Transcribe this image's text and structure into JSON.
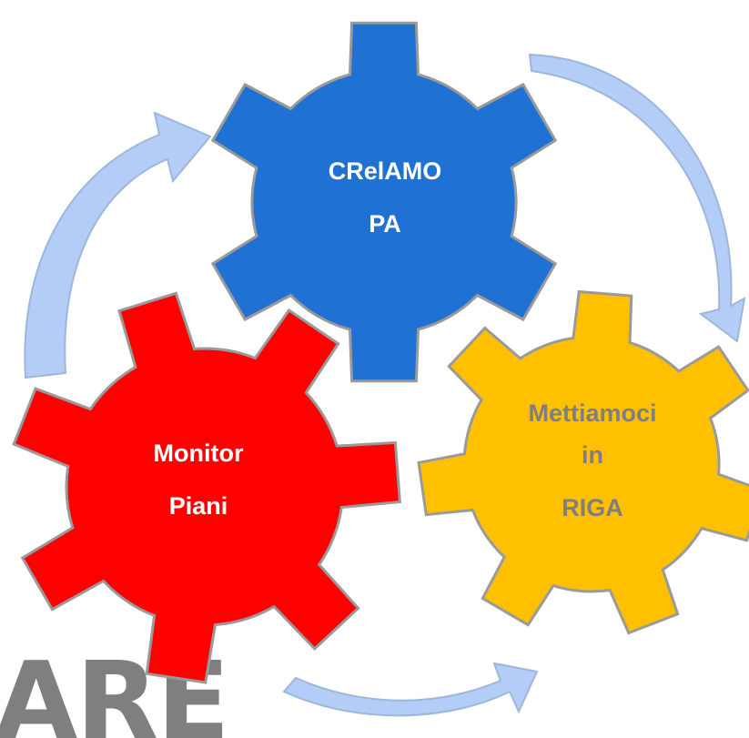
{
  "diagram": {
    "background_text": "ARE",
    "background_text_color": "#7f7f7f",
    "arrow_color": "#b4cdf6",
    "arrow_outline": "#9fb6db",
    "gears": [
      {
        "name": "crelamo-pa",
        "line1": "CRelAMO",
        "line2": "PA",
        "line3": "",
        "fill": "#1f72d4",
        "text_color": "#ffffff"
      },
      {
        "name": "mettiamoci-in-riga",
        "line1": "Mettiamoci",
        "line2": "in",
        "line3": "RIGA",
        "fill": "#ffc000",
        "text_color": "#7f7f7f"
      },
      {
        "name": "monitor-piani",
        "line1": "Monitor",
        "line2": "Piani",
        "line3": "",
        "fill": "#ff0000",
        "text_color": "#ffffff"
      }
    ]
  }
}
